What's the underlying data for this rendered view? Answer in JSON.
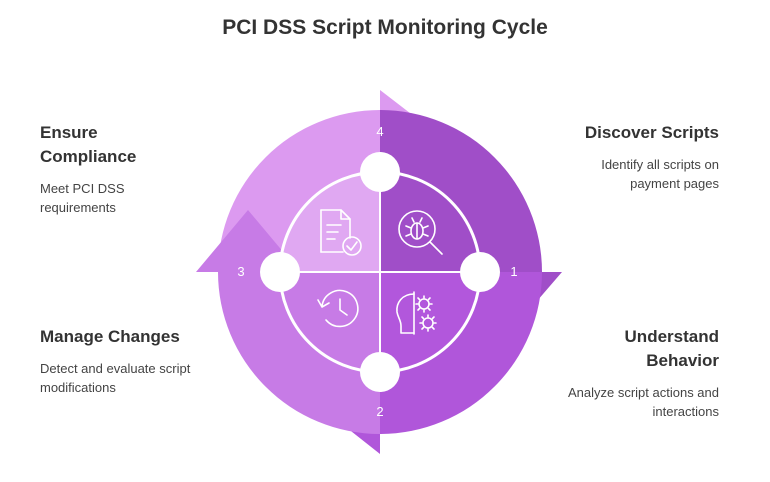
{
  "title": "PCI DSS Script Monitoring Cycle",
  "colors": {
    "step1": "#a04ec8",
    "step2": "#b056da",
    "step3": "#c77be6",
    "step4": "#dc9af0",
    "quad_tl": "#e0a8f2",
    "quad_tr": "#a04ec8",
    "quad_br": "#b257dc",
    "quad_bl": "#c77be6"
  },
  "steps": [
    {
      "number": "1",
      "heading": "Discover Scripts",
      "description": "Identify all scripts on payment pages",
      "icon": "bug-search-icon"
    },
    {
      "number": "2",
      "heading": "Understand Behavior",
      "description": "Analyze script actions and interactions",
      "icon": "head-gears-icon"
    },
    {
      "number": "3",
      "heading": "Manage Changes",
      "description": "Detect and evaluate script modifications",
      "icon": "history-clock-icon"
    },
    {
      "number": "4",
      "heading": "Ensure Compliance",
      "description": "Meet PCI DSS requirements",
      "icon": "document-check-icon"
    }
  ]
}
